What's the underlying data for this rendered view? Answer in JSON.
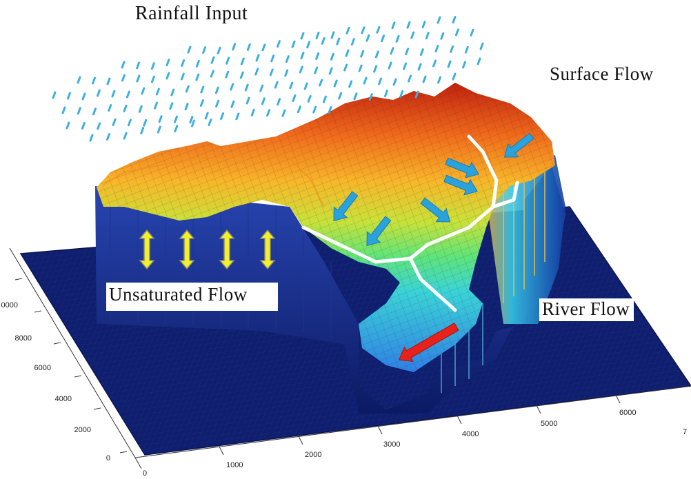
{
  "labels": {
    "rainfall": "Rainfall  Input",
    "surface": "Surface Flow",
    "river": "River Flow",
    "unsaturated": "Unsaturated Flow"
  },
  "axes": {
    "x_ticks": [
      "1000",
      "2000",
      "3000",
      "4000",
      "5000",
      "6000",
      "7"
    ],
    "y_ticks": [
      "0",
      "2000",
      "4000",
      "6000",
      "8000",
      "0000"
    ],
    "x_origin": "0"
  },
  "colors": {
    "base": "#0f1f6e",
    "rain": "#3ab0e0",
    "surface_arrow": "#2aa2dd",
    "river_line": "#ffffff",
    "river_flow_arrow": "#e8221a",
    "unsat_arrow": "#f2f02a"
  },
  "icons": [
    "rain-drop-icon",
    "surface-flow-arrow-icon",
    "river-flow-arrow-icon",
    "vertical-double-arrow-icon"
  ]
}
